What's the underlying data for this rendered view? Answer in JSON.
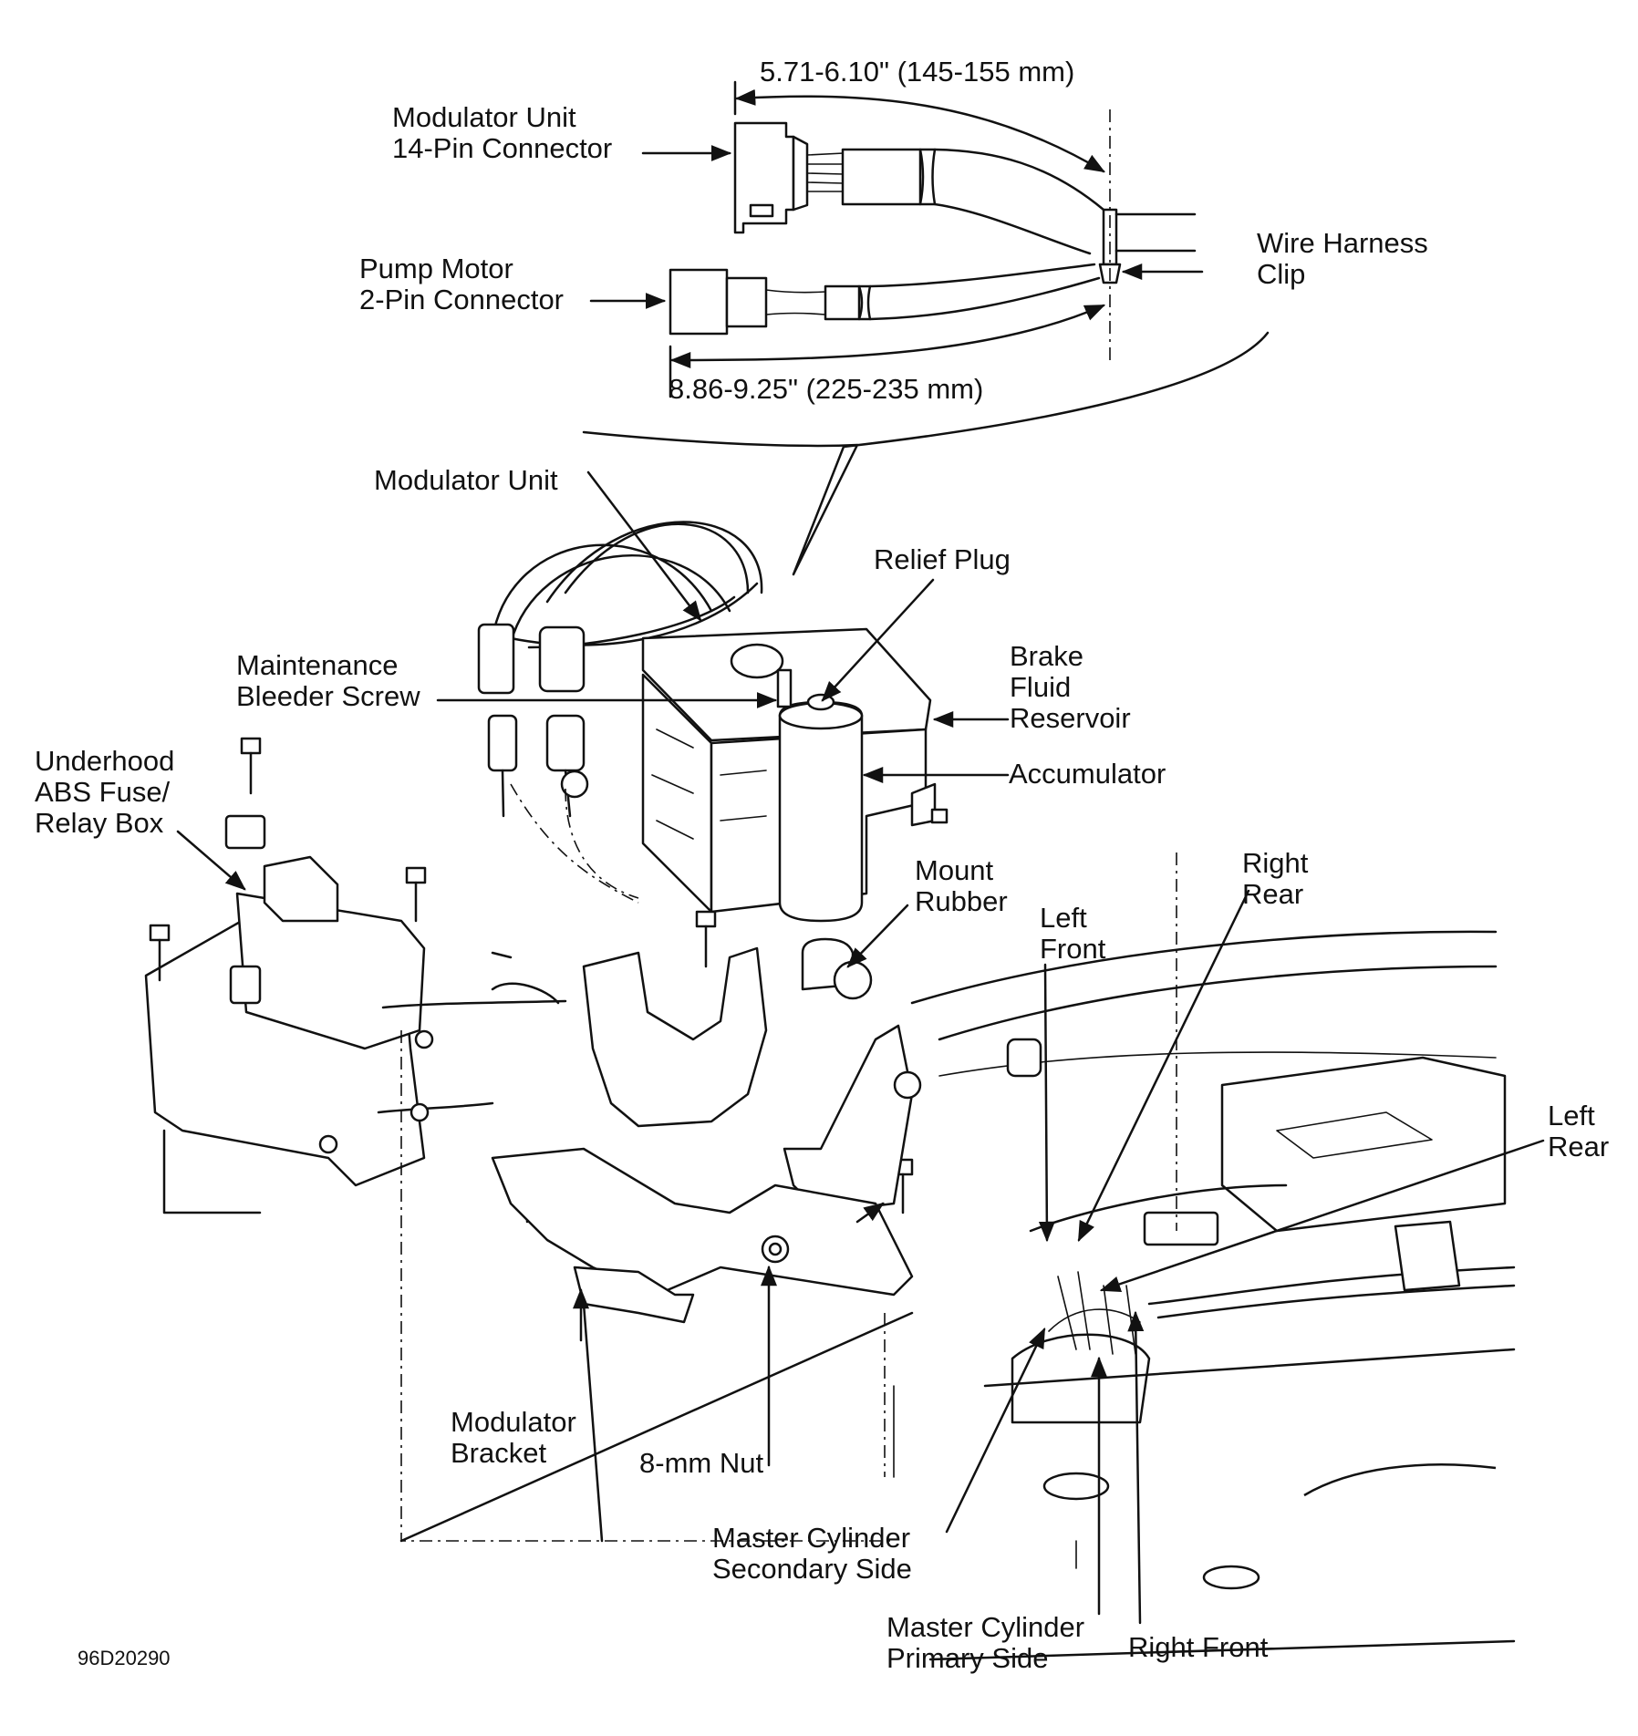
{
  "diagram": {
    "figure_id": "96D20290",
    "dimensions": {
      "modulator_connector": "5.71-6.10\" (145-155 mm)",
      "pump_connector": "8.86-9.25\" (225-235 mm)"
    },
    "labels": {
      "modulator_connector": [
        "Modulator Unit",
        "14-Pin Connector"
      ],
      "pump_connector": [
        "Pump Motor",
        "2-Pin Connector"
      ],
      "wire_clip": [
        "Wire Harness",
        "Clip"
      ],
      "modulator_unit": [
        "Modulator Unit"
      ],
      "relief_plug": [
        "Relief Plug"
      ],
      "reservoir": [
        "Brake",
        "Fluid",
        "Reservoir"
      ],
      "bleeder_screw": [
        "Maintenance",
        "Bleeder Screw"
      ],
      "accumulator": [
        "Accumulator"
      ],
      "fuse_box": [
        "Underhood",
        "ABS Fuse/",
        "Relay Box"
      ],
      "mount_rubber": [
        "Mount",
        "Rubber"
      ],
      "left_front": [
        "Left",
        "Front"
      ],
      "right_rear": [
        "Right",
        "Rear"
      ],
      "left_rear": [
        "Left",
        "Rear"
      ],
      "bracket": [
        "Modulator",
        "Bracket"
      ],
      "nut": [
        "8-mm Nut"
      ],
      "mc_secondary": [
        "Master Cylinder",
        "Secondary Side"
      ],
      "mc_primary": [
        "Master Cylinder",
        "Primary Side"
      ],
      "right_front": [
        "Right Front"
      ]
    }
  }
}
